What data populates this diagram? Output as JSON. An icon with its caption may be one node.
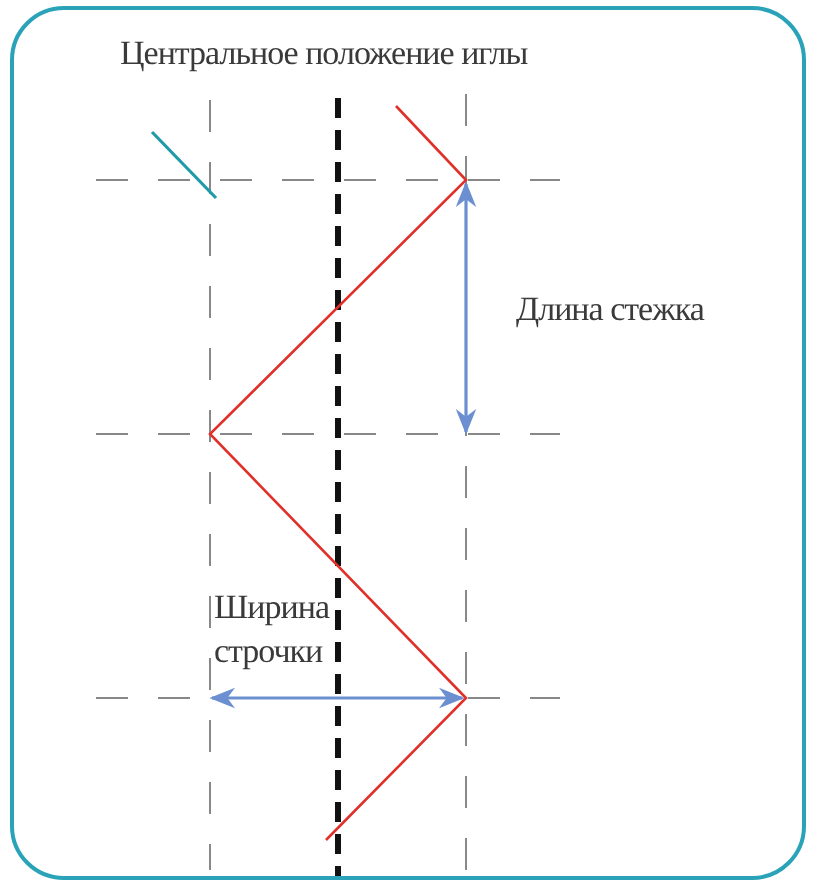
{
  "diagram": {
    "labels": [
      "Центральное положение иглы",
      "Длина стежка",
      "Ширина строчки"
    ]
  }
}
